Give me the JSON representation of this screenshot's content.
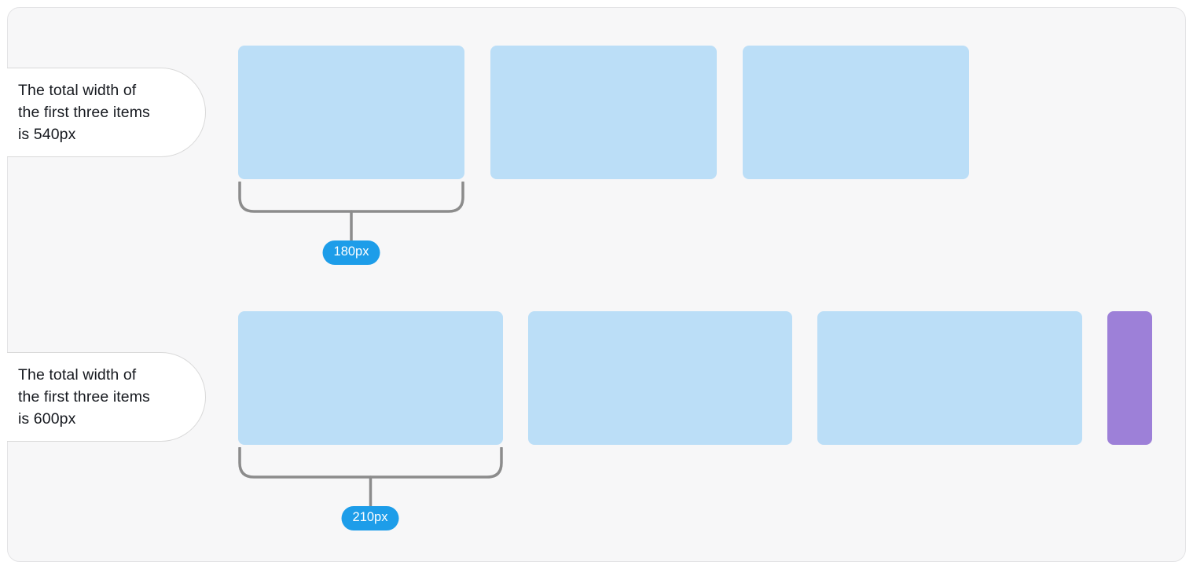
{
  "colors": {
    "panel_bg": "#f7f7f8",
    "panel_border": "#e3e3e5",
    "item_blue": "#bbdef7",
    "item_purple": "#9d80d8",
    "pill_bg": "#1d9de9",
    "pill_text": "#ffffff",
    "bracket": "#8c8c8c",
    "callout_bg": "#ffffff",
    "callout_border": "#d9d9d9",
    "text": "#16191f"
  },
  "rows": [
    {
      "callout_lines": [
        "The total width of",
        "the first three items",
        "is 540px"
      ],
      "item_count": 3,
      "measure": "180px"
    },
    {
      "callout_lines": [
        "The total width of",
        "the first three items",
        "is 600px"
      ],
      "item_count": 4,
      "measure": "210px"
    }
  ]
}
